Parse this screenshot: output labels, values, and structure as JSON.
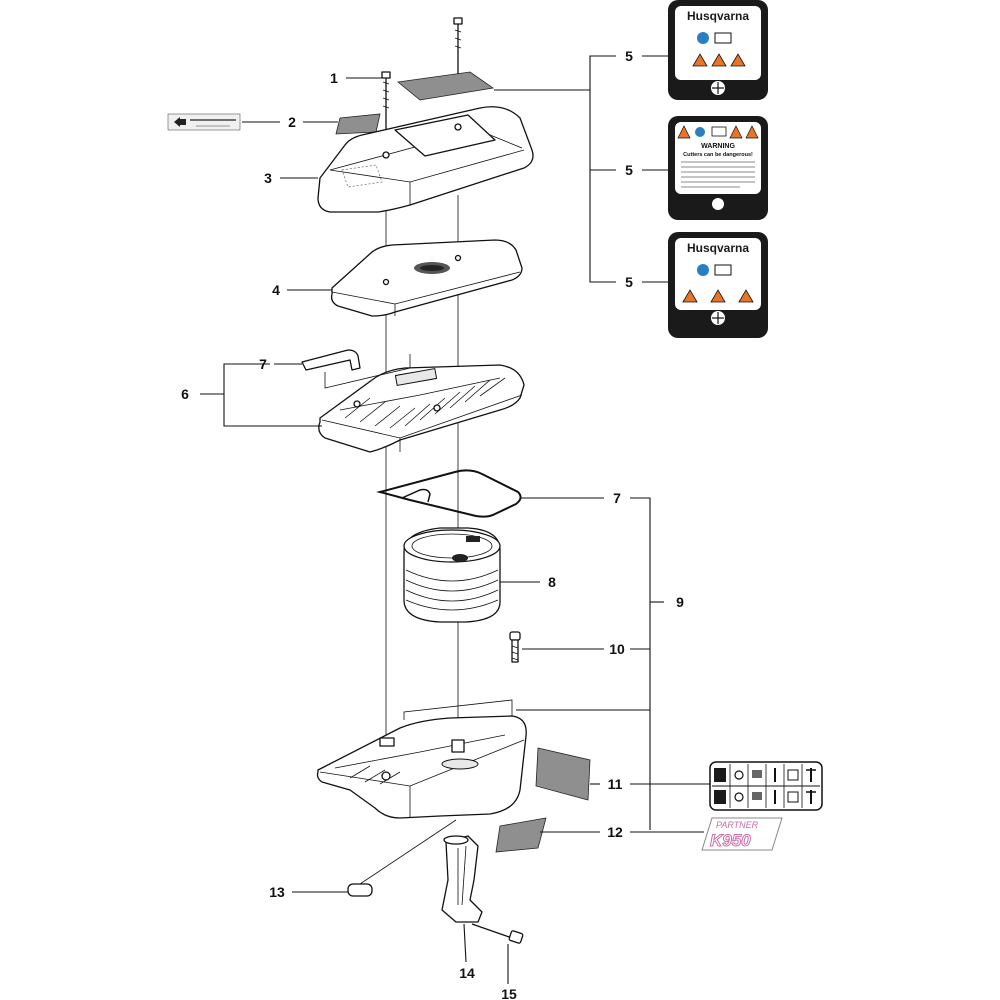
{
  "callouts": [
    {
      "id": "1",
      "label": "1"
    },
    {
      "id": "2",
      "label": "2"
    },
    {
      "id": "3",
      "label": "3"
    },
    {
      "id": "4",
      "label": "4"
    },
    {
      "id": "5a",
      "label": "5"
    },
    {
      "id": "5b",
      "label": "5"
    },
    {
      "id": "5c",
      "label": "5"
    },
    {
      "id": "6",
      "label": "6"
    },
    {
      "id": "7a",
      "label": "7"
    },
    {
      "id": "7b",
      "label": "7"
    },
    {
      "id": "8",
      "label": "8"
    },
    {
      "id": "9",
      "label": "9"
    },
    {
      "id": "10",
      "label": "10"
    },
    {
      "id": "11",
      "label": "11"
    },
    {
      "id": "12",
      "label": "12"
    },
    {
      "id": "13",
      "label": "13"
    },
    {
      "id": "14",
      "label": "14"
    },
    {
      "id": "15",
      "label": "15"
    }
  ],
  "decals": {
    "brand": "Husqvarna",
    "warning_title": "WARNING",
    "warning_subtitle": "Cutters can be dangerous!",
    "partner_line1": "PARTNER",
    "partner_line2": "K950"
  },
  "colors": {
    "line": "#111111",
    "decal_gray": "#8f8f8f",
    "decal_black": "#1a1a1a",
    "warning_orange": "#e8742a",
    "info_blue": "#2a7fc4",
    "partner_pink": "#c76fa9"
  }
}
